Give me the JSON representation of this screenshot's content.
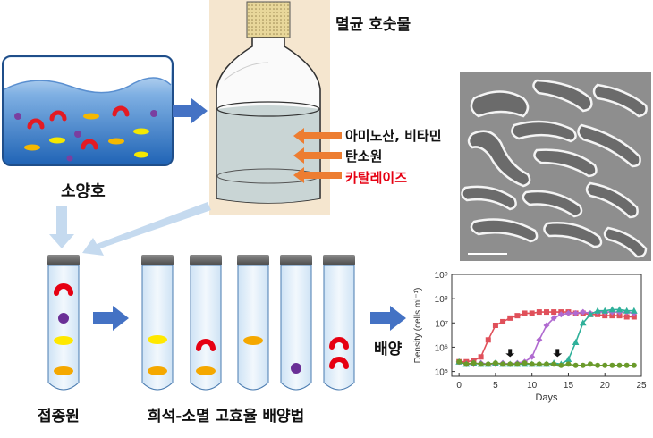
{
  "labels": {
    "lake": "소양호",
    "medium": "멸균 호숫물",
    "nutrient_1": "아미노산, 비타민",
    "nutrient_2": "탄소원",
    "nutrient_3": "카탈레이즈",
    "inoculum": "접종원",
    "method": "희석-소멸 고효율 배양법",
    "culture": "배양"
  },
  "colors": {
    "arrow_blue": "#4472c4",
    "arrow_orange": "#ed7d31",
    "catalase_red": "#e60012",
    "lake_water": "#2b78c9",
    "microscope_bg": "#8a8a8a"
  },
  "icons": [
    "arrow-right-icon",
    "arrow-down-icon",
    "culture-tube-icon",
    "flask-icon",
    "lake-icon",
    "bacteria-micrograph"
  ],
  "chart_data": {
    "type": "line",
    "xlabel": "Days",
    "ylabel": "Density (cells ml⁻¹)",
    "xlim": [
      -1,
      25
    ],
    "ylim": [
      4.8,
      9
    ],
    "y_scale": "log",
    "x_ticks": [
      0,
      5,
      10,
      15,
      20,
      25
    ],
    "y_ticks": [
      "10⁵",
      "10⁶",
      "10⁷",
      "10⁸",
      "10⁹"
    ],
    "y_tick_values": [
      5,
      6,
      7,
      8,
      9
    ],
    "arrows_at_days": [
      7,
      13.5
    ],
    "series": [
      {
        "color": "#e0505a",
        "marker": "square",
        "x": [
          0,
          1,
          2,
          3,
          4,
          5,
          6,
          7,
          8,
          9,
          10,
          11,
          12,
          13,
          14,
          15,
          16,
          17,
          18,
          19,
          20,
          21,
          22,
          23,
          24
        ],
        "y": [
          5.4,
          5.4,
          5.45,
          5.6,
          6.3,
          6.9,
          7.05,
          7.2,
          7.3,
          7.4,
          7.4,
          7.45,
          7.45,
          7.45,
          7.45,
          7.45,
          7.4,
          7.4,
          7.35,
          7.35,
          7.3,
          7.3,
          7.3,
          7.25,
          7.25
        ]
      },
      {
        "color": "#b06ad0",
        "marker": "diamond",
        "x": [
          0,
          1,
          2,
          3,
          4,
          5,
          6,
          7,
          8,
          9,
          10,
          11,
          12,
          13,
          14,
          15,
          16,
          17,
          18,
          19,
          20,
          21,
          22,
          23,
          24
        ],
        "y": [
          5.4,
          5.3,
          5.3,
          5.35,
          5.3,
          5.3,
          5.35,
          5.3,
          5.35,
          5.4,
          5.6,
          6.3,
          6.9,
          7.2,
          7.35,
          7.4,
          7.4,
          7.45,
          7.4,
          7.45,
          7.45,
          7.45,
          7.45,
          7.45,
          7.4
        ]
      },
      {
        "color": "#2fb09a",
        "marker": "triangle",
        "x": [
          0,
          1,
          2,
          3,
          4,
          5,
          6,
          7,
          8,
          9,
          10,
          11,
          12,
          13,
          14,
          15,
          16,
          17,
          18,
          19,
          20,
          21,
          22,
          23,
          24
        ],
        "y": [
          5.4,
          5.3,
          5.35,
          5.3,
          5.3,
          5.35,
          5.3,
          5.3,
          5.3,
          5.3,
          5.3,
          5.3,
          5.3,
          5.35,
          5.3,
          5.5,
          6.2,
          7.0,
          7.35,
          7.5,
          7.5,
          7.55,
          7.55,
          7.5,
          7.5
        ]
      },
      {
        "color": "#6a9a2a",
        "marker": "circle",
        "x": [
          0,
          1,
          2,
          3,
          4,
          5,
          6,
          7,
          8,
          9,
          10,
          11,
          12,
          13,
          14,
          15,
          16,
          17,
          18,
          19,
          20,
          21,
          22,
          23,
          24
        ],
        "y": [
          5.4,
          5.3,
          5.35,
          5.3,
          5.3,
          5.35,
          5.3,
          5.3,
          5.3,
          5.35,
          5.3,
          5.3,
          5.3,
          5.3,
          5.25,
          5.3,
          5.25,
          5.25,
          5.3,
          5.25,
          5.25,
          5.25,
          5.25,
          5.25,
          5.25
        ]
      }
    ]
  }
}
